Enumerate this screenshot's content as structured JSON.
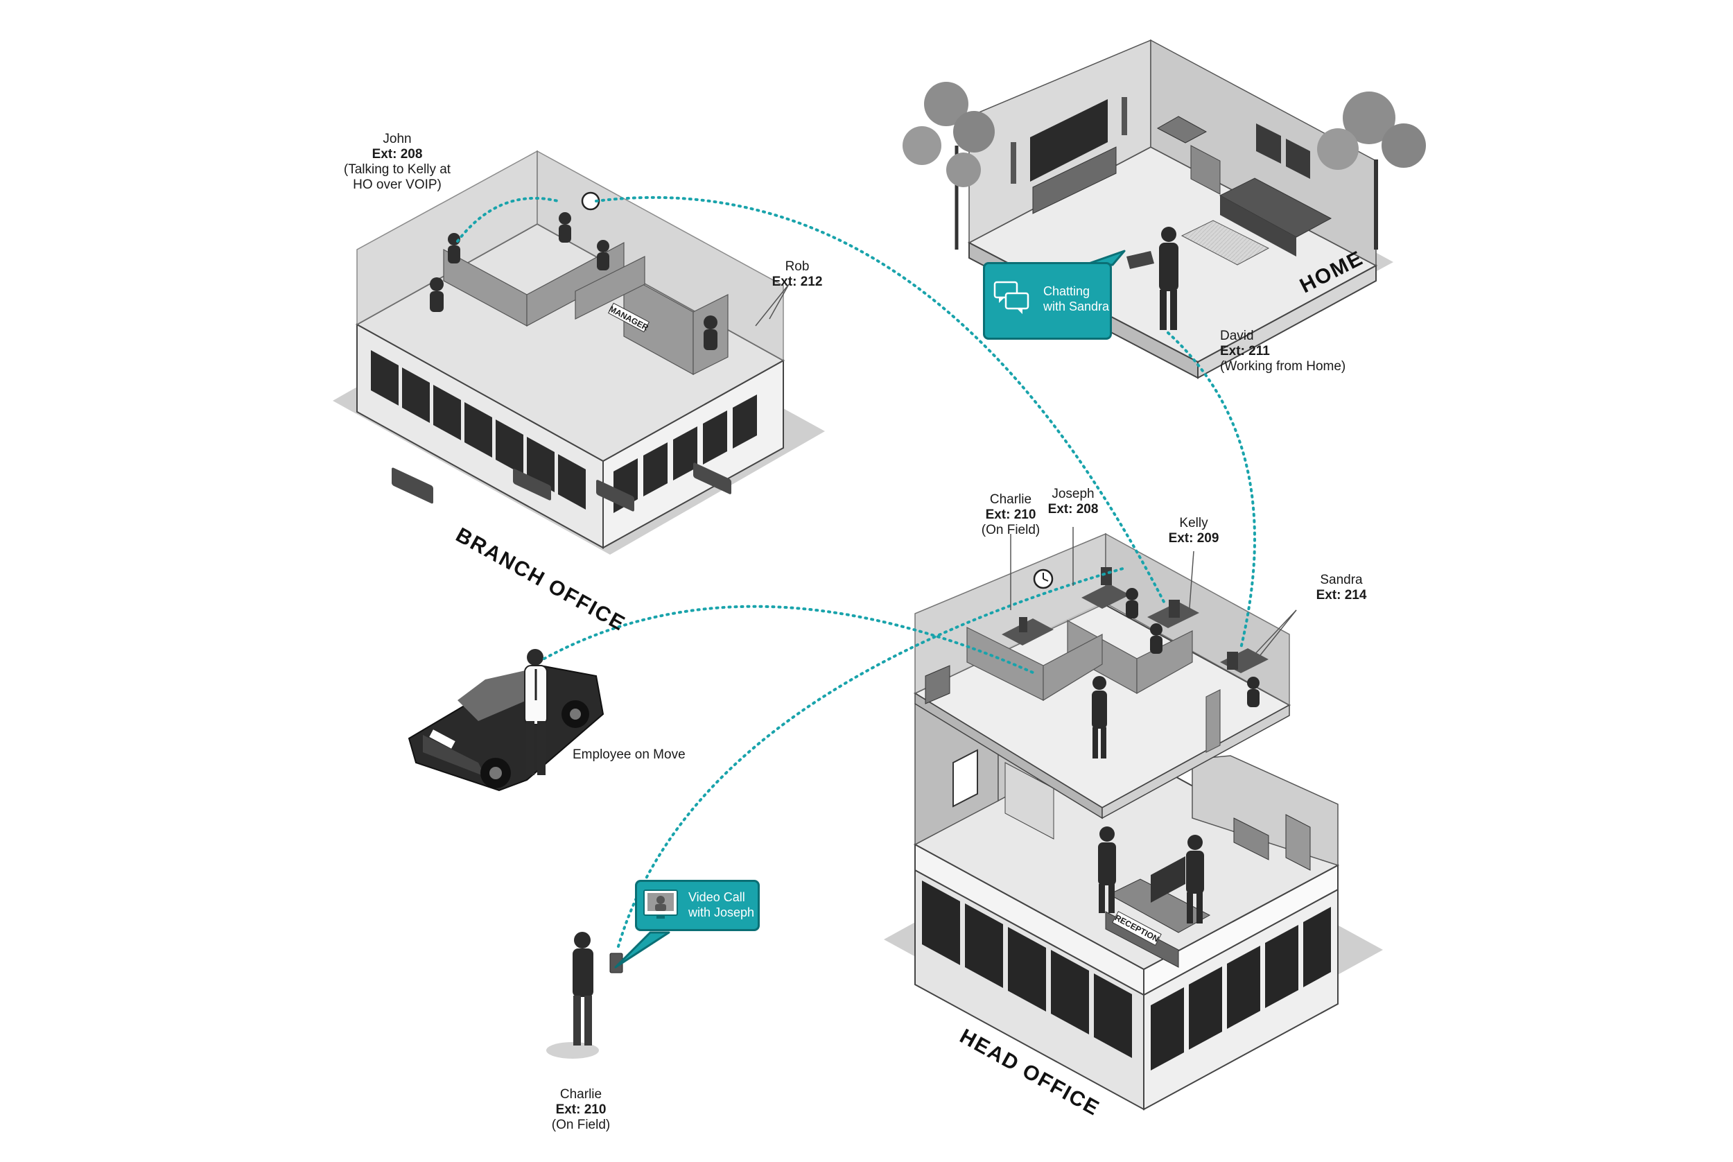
{
  "buildings": {
    "branch": "BRANCH OFFICE",
    "home": "HOME",
    "head": "HEAD OFFICE"
  },
  "people": {
    "john": {
      "name": "John",
      "ext": "Ext: 208",
      "note1": "(Talking to Kelly at",
      "note2": "HO over VOIP)"
    },
    "rob": {
      "name": "Rob",
      "ext": "Ext: 212"
    },
    "david": {
      "name": "David",
      "ext": "Ext: 211",
      "note": "(Working from Home)"
    },
    "charlie_head": {
      "name": "Charlie",
      "ext": "Ext: 210",
      "note": "(On Field)"
    },
    "joseph": {
      "name": "Joseph",
      "ext": "Ext: 208"
    },
    "kelly": {
      "name": "Kelly",
      "ext": "Ext: 209"
    },
    "sandra": {
      "name": "Sandra",
      "ext": "Ext: 214"
    },
    "mover": {
      "name": "Employee on Move"
    },
    "charlie_field": {
      "name": "Charlie",
      "ext": "Ext: 210",
      "note": "(On Field)"
    }
  },
  "bubbles": {
    "chat": {
      "line1": "Chatting",
      "line2": "with Sandra"
    },
    "video": {
      "line1": "Video Call",
      "line2": "with Joseph"
    }
  },
  "signs": {
    "manager": "MANAGER",
    "reception": "RECEPTION"
  },
  "colors": {
    "accent": "#19a3ab",
    "link": "#19a3ab",
    "wall": "#bdbdbd",
    "floor": "#e6e6e6",
    "dark": "#3a3a3a"
  },
  "icons": [
    "chat-bubbles-icon",
    "video-screen-icon",
    "clock-icon",
    "tree-icon",
    "car-icon",
    "person-icon"
  ]
}
